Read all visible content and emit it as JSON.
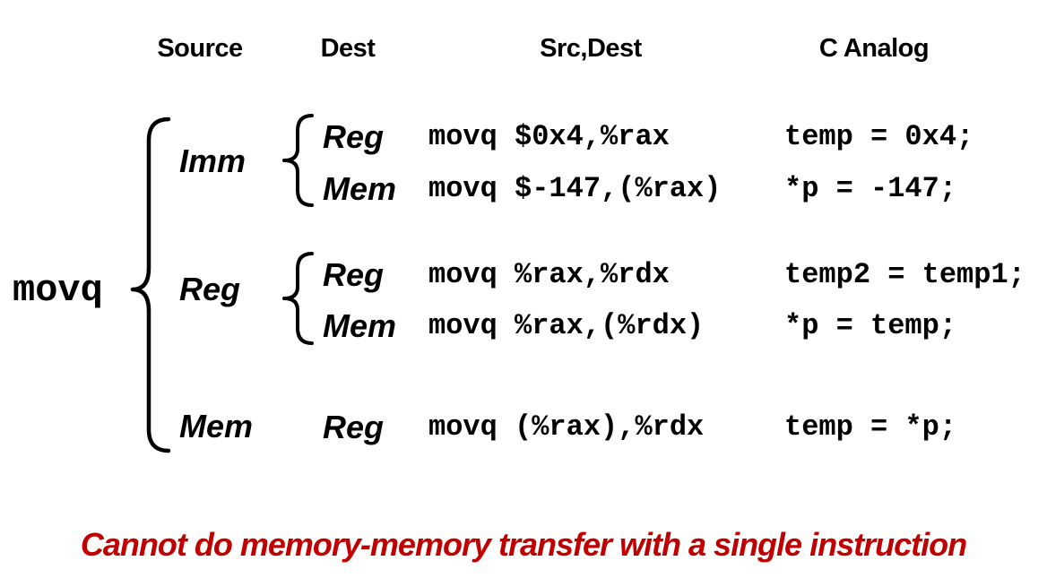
{
  "slide": {
    "headers": {
      "source": "Source",
      "dest": "Dest",
      "src_dest": "Src,Dest",
      "c_analog": "C Analog"
    },
    "mnemonic": "movq",
    "source_groups": [
      {
        "label": "Imm"
      },
      {
        "label": "Reg"
      },
      {
        "label": "Mem"
      }
    ],
    "rows": [
      {
        "dest": "Reg",
        "asm": "movq $0x4,%rax",
        "c_analog": "temp = 0x4;"
      },
      {
        "dest": "Mem",
        "asm": "movq $-147,(%rax)",
        "c_analog": "*p = -147;"
      },
      {
        "dest": "Reg",
        "asm": "movq %rax,%rdx",
        "c_analog": "temp2 = temp1;"
      },
      {
        "dest": "Mem",
        "asm": "movq %rax,(%rdx)",
        "c_analog": "*p = temp;"
      },
      {
        "dest": "Reg",
        "asm": "movq (%rax),%rdx",
        "c_analog": "temp = *p;"
      }
    ],
    "footnote": "Cannot do memory-memory transfer with a single instruction",
    "colors": {
      "text": "#000000",
      "footnote_red": "#C00000",
      "background": "#FFFFFF"
    }
  }
}
